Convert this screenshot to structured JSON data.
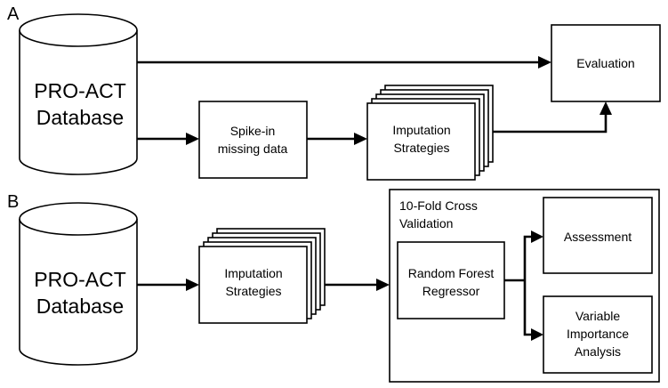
{
  "panel_a": {
    "label": "A",
    "database": [
      "PRO-ACT",
      "Database"
    ],
    "spike_in": [
      "Spike-in",
      "missing data"
    ],
    "imputation": [
      "Imputation",
      "Strategies"
    ],
    "evaluation": "Evaluation"
  },
  "panel_b": {
    "label": "B",
    "database": [
      "PRO-ACT",
      "Database"
    ],
    "imputation": [
      "Imputation",
      "Strategies"
    ],
    "cv_title": [
      "10-Fold Cross",
      "Validation"
    ],
    "rf": [
      "Random Forest",
      "Regressor"
    ],
    "assessment": "Assessment",
    "variable_importance": [
      "Variable",
      "Importance",
      "Analysis"
    ]
  }
}
